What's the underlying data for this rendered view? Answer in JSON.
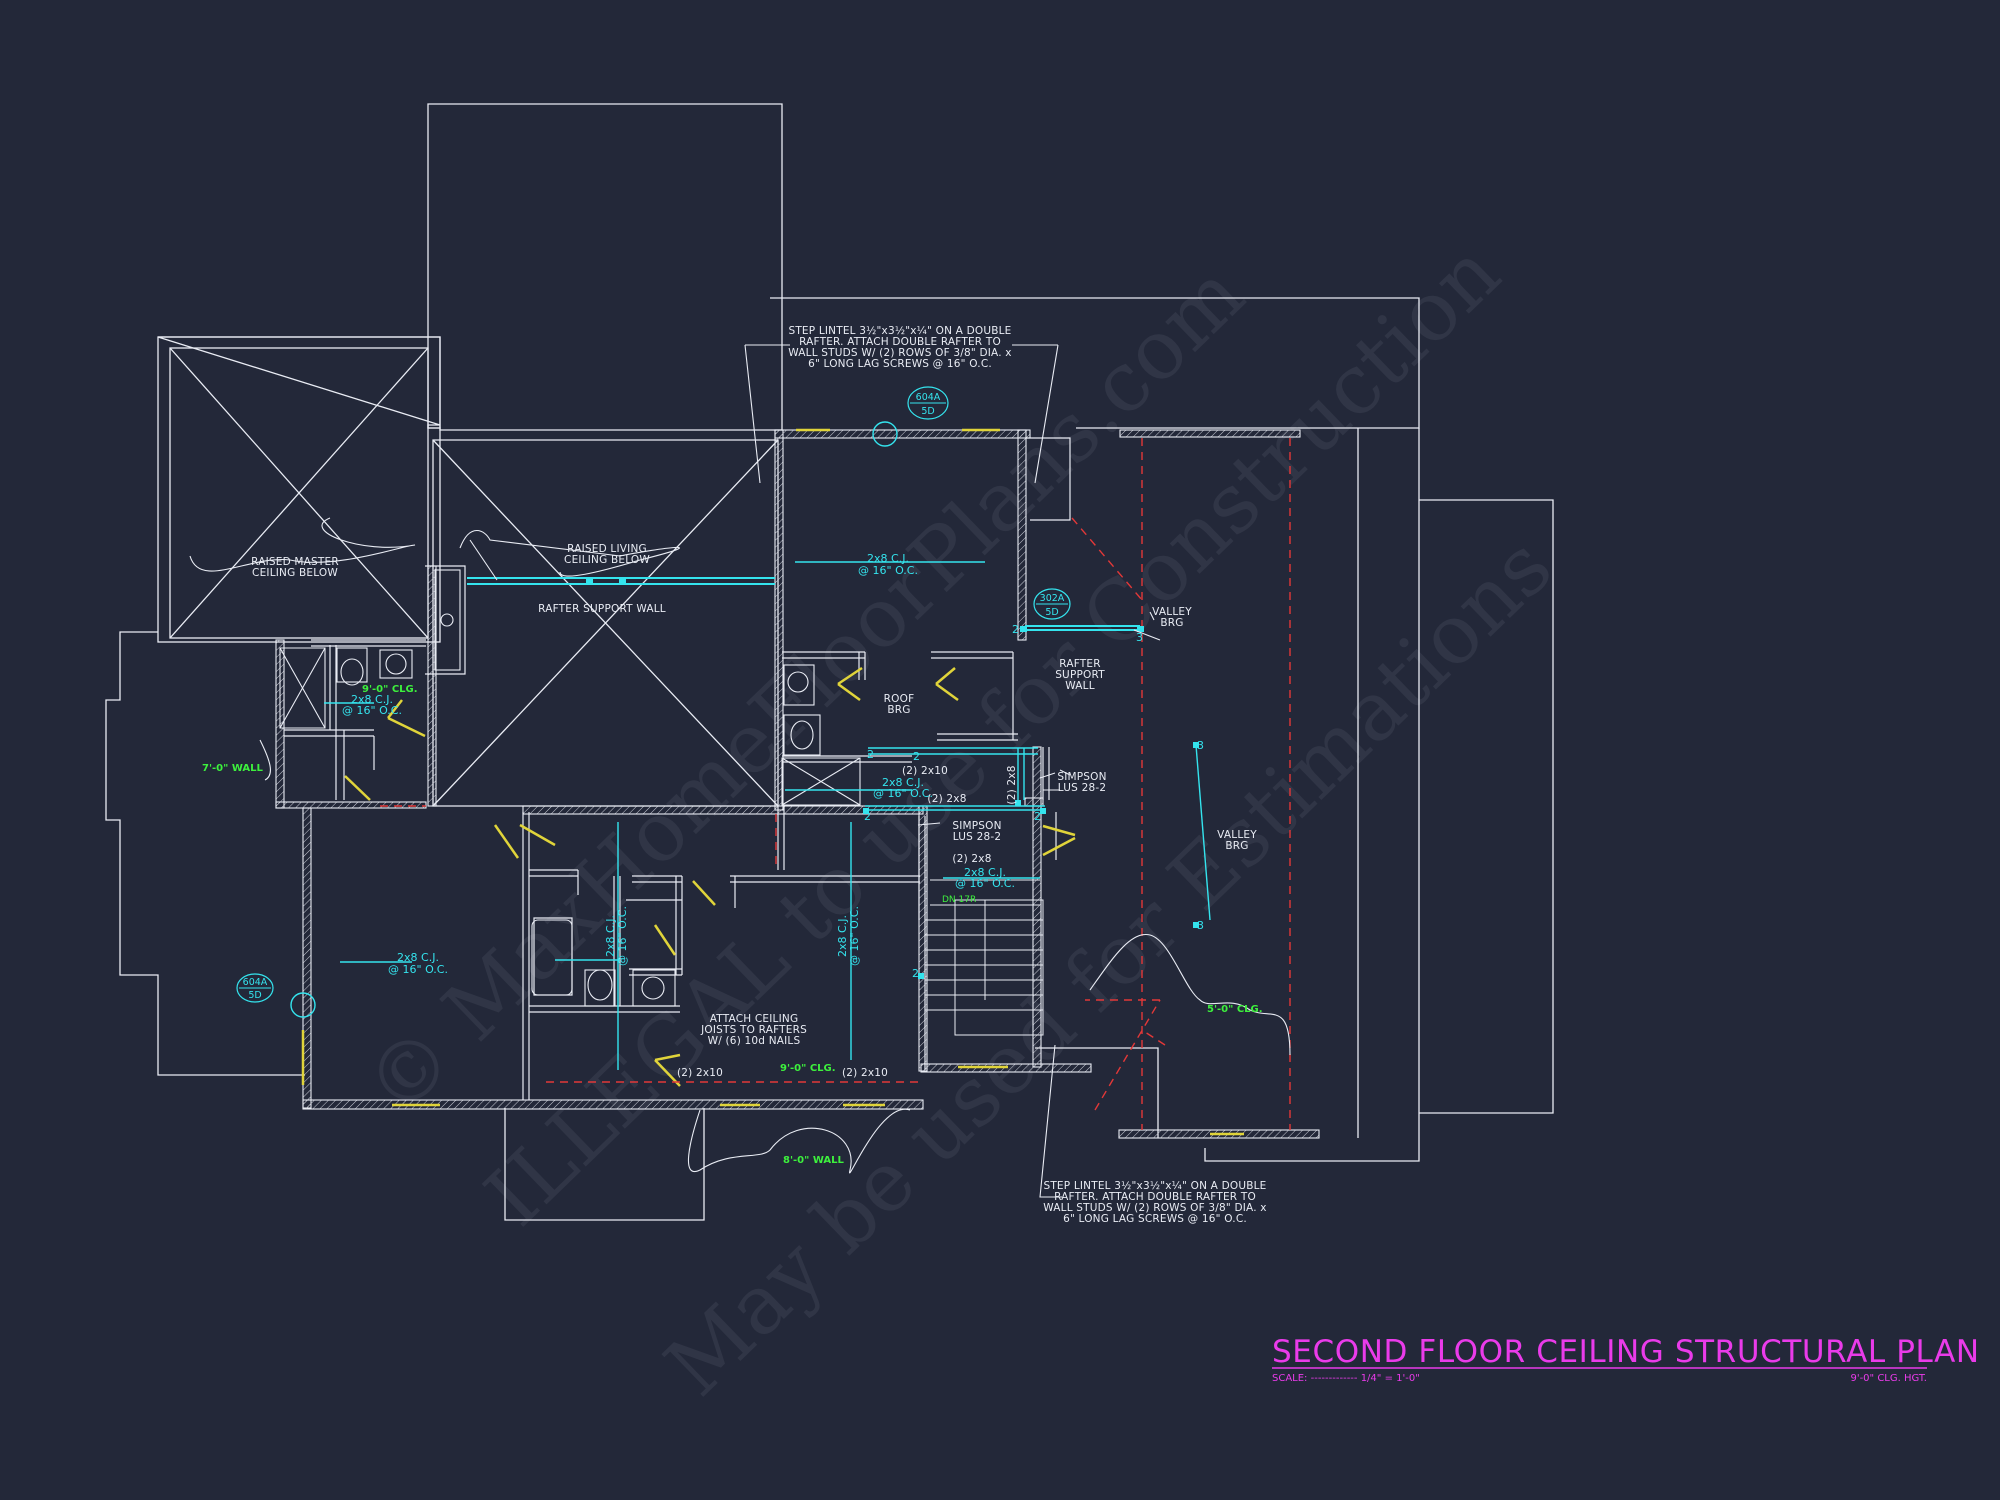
{
  "title_block": {
    "title": "SECOND FLOOR CEILING STRUCTURAL PLAN",
    "scale_label": "SCALE: ------------- 1/4\" = 1'-0\"",
    "ceiling_height": "9'-0\" CLG. HGT."
  },
  "watermark": {
    "line1": "© MaxHomeFloorPlans.com",
    "line2": "ILLEGAL to use for Construction",
    "line3": "May be used for Estimations"
  },
  "notes": {
    "raised_master": [
      "RAISED MASTER",
      "CEILING BELOW"
    ],
    "raised_living": [
      "RAISED LIVING",
      "CEILING BELOW"
    ],
    "rafter_support_wall": "RAFTER SUPPORT WALL",
    "step_lintel_top": [
      "STEP LINTEL 3½\"x3½\"x¼\" ON A DOUBLE",
      "RAFTER.  ATTACH DOUBLE RAFTER TO",
      "WALL STUDS W/ (2) ROWS OF 3/8\" DIA. x",
      "6\" LONG LAG SCREWS @ 16\" O.C."
    ],
    "step_lintel_bottom": [
      "STEP LINTEL 3½\"x3½\"x¼\" ON A DOUBLE",
      "RAFTER.  ATTACH DOUBLE RAFTER TO",
      "WALL STUDS W/ (2) ROWS OF 3/8\" DIA. x",
      "6\" LONG LAG SCREWS @ 16\" O.C."
    ],
    "valley_brg_upper": [
      "VALLEY",
      "BRG"
    ],
    "valley_brg_lower": [
      "VALLEY",
      "BRG"
    ],
    "rafter_support_right": [
      "RAFTER",
      "SUPPORT",
      "WALL"
    ],
    "roof_brg": [
      "ROOF",
      "BRG"
    ],
    "simpson_right": [
      "SIMPSON",
      "LUS 28-2"
    ],
    "simpson_center": [
      "SIMPSON",
      "LUS 28-2"
    ],
    "attach_ceiling": [
      "ATTACH CEILING",
      "JOISTS TO RAFTERS",
      "W/ (6) 10d NAILS"
    ],
    "dn_label": "DN 17R"
  },
  "joists": {
    "cj_label": "2x8 C.J.",
    "cj_spacing": "@ 16\" O.C.",
    "two_2x10": "(2) 2x10",
    "two_2x8": "(2) 2x8",
    "bearing_2": "2",
    "bearing_3": "3"
  },
  "green_labels": {
    "wall_7ft": "7'-0\" WALL",
    "clg_9ft": "9'-0\" CLG.",
    "clg_5ft": "5'-0\" CLG.",
    "wall_8ft": "8'-0\" WALL"
  },
  "tags": {
    "t604a": "604A",
    "t302a": "302A",
    "sheet": "5D"
  },
  "colors": {
    "background": "#232839",
    "line": "#e9ecf4",
    "structure": "#34e4ee",
    "dimension_green": "#3df03d",
    "title_magenta": "#ea3bea",
    "hidden_red": "#e23838",
    "door_yellow": "#e0d43a"
  }
}
